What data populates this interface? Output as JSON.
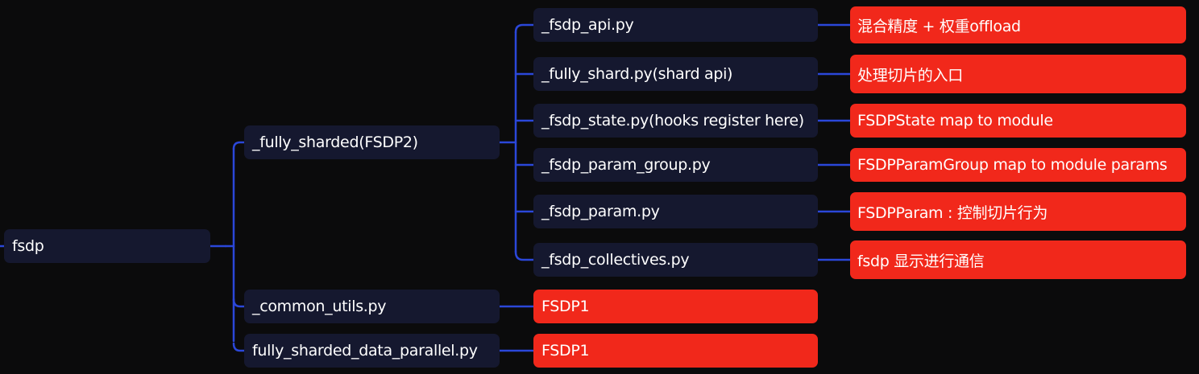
{
  "colors": {
    "background": "#0b0b0c",
    "node": "#15182f",
    "note": "#f1281b",
    "connector": "#2b47d9",
    "text": "#ffffff"
  },
  "root": {
    "label": "fsdp"
  },
  "branches": {
    "fully_sharded": {
      "label": "_fully_sharded(FSDP2)",
      "children": [
        {
          "label": "_fsdp_api.py",
          "note": "混合精度 + 权重offload"
        },
        {
          "label": "_fully_shard.py(shard api)",
          "note": "处理切片的入口"
        },
        {
          "label": "_fsdp_state.py(hooks register here)",
          "note": "FSDPState map to module"
        },
        {
          "label": "_fsdp_param_group.py",
          "note": "FSDPParamGroup map to module params"
        },
        {
          "label": "_fsdp_param.py",
          "note": "FSDPParam : 控制切片行为"
        },
        {
          "label": "_fsdp_collectives.py",
          "note": "fsdp 显示进行通信"
        }
      ]
    },
    "common_utils": {
      "label": "_common_utils.py",
      "note": "FSDP1"
    },
    "fully_sharded_data_parallel": {
      "label": "fully_sharded_data_parallel.py",
      "note": "FSDP1"
    }
  }
}
